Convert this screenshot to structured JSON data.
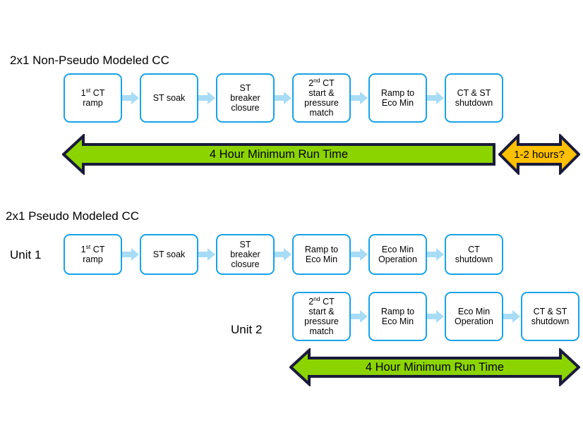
{
  "diagram": {
    "sections": [
      {
        "id": "non-pseudo",
        "title": "2x1 Non-Pseudo Modeled CC",
        "unit_label": "",
        "steps": [
          {
            "line1": "1",
            "sup": "st",
            "line1b": " CT",
            "line2": "ramp",
            "plain": false
          },
          {
            "plain": true,
            "text": "ST soak"
          },
          {
            "plain": true,
            "text": "ST\nbreaker\nclosure"
          },
          {
            "line1": "2",
            "sup": "nd",
            "line1b": " CT",
            "line2": "start &\npressure\nmatch",
            "plain": false
          },
          {
            "plain": true,
            "text": "Ramp to\nEco Min"
          },
          {
            "plain": true,
            "text": "CT & ST\nshutdown"
          }
        ]
      },
      {
        "id": "pseudo-unit1",
        "title": "2x1 Pseudo Modeled CC",
        "unit_label": "Unit 1",
        "steps": [
          {
            "line1": "1",
            "sup": "st",
            "line1b": " CT",
            "line2": "ramp",
            "plain": false
          },
          {
            "plain": true,
            "text": "ST soak"
          },
          {
            "plain": true,
            "text": "ST\nbreaker\nclosure"
          },
          {
            "plain": true,
            "text": "Ramp to\nEco Min"
          },
          {
            "plain": true,
            "text": "Eco Min\nOperation"
          },
          {
            "plain": true,
            "text": "CT\nshutdown"
          }
        ]
      },
      {
        "id": "pseudo-unit2",
        "title": "",
        "unit_label": "Unit 2",
        "steps": [
          {
            "line1": "2",
            "sup": "nd",
            "line1b": " CT",
            "line2": "start &\npressure\nmatch",
            "plain": false
          },
          {
            "plain": true,
            "text": "Ramp to\nEco Min"
          },
          {
            "plain": true,
            "text": "Eco Min\nOperation"
          },
          {
            "plain": true,
            "text": "CT & ST\nshutdown"
          }
        ]
      }
    ],
    "arrows": [
      {
        "id": "green-top",
        "label": "4 Hour Minimum Run Time",
        "heads": "left",
        "fill": "#8CD400",
        "stroke": "#1A1A3C"
      },
      {
        "id": "orange",
        "label": "1-2 hours?",
        "heads": "both",
        "fill": "#FFC000",
        "stroke": "#1A1A3C"
      },
      {
        "id": "green-bottom",
        "label": "4 Hour Minimum Run Time",
        "heads": "both",
        "fill": "#8CD400",
        "stroke": "#1A1A3C"
      }
    ],
    "colors": {
      "box_border": "#17A3E8",
      "box_fill": "#FFFFFF",
      "connector_arrow": "#A8DCF5",
      "green": "#8CD400",
      "orange": "#FFC000",
      "arrow_outline": "#1A1A3C",
      "text": "#000000",
      "background": "#FFFFFF"
    },
    "icons": {
      "connector": "right-arrow-icon"
    }
  }
}
